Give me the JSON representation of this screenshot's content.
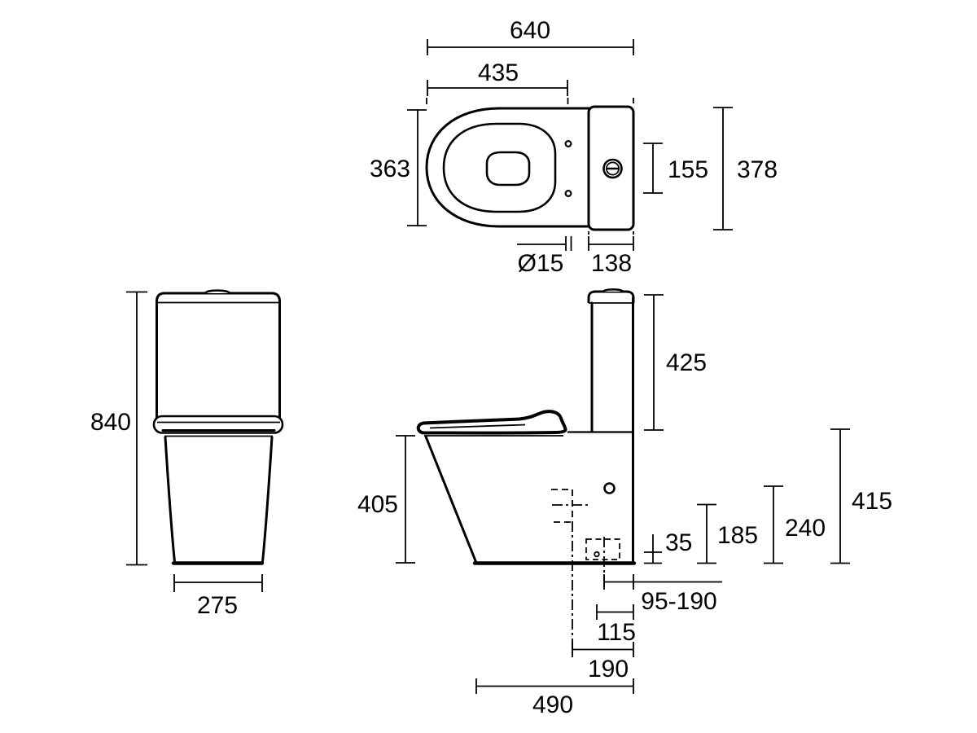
{
  "colors": {
    "ink": "#000000",
    "background": "#ffffff"
  },
  "dims": {
    "plan": {
      "overall_depth": "640",
      "seat_depth": "435",
      "pan_width": "363",
      "hinge_centres": "155",
      "overall_width": "378",
      "hinge_hole_diameter": "Ø15",
      "cistern_depth": "138"
    },
    "front": {
      "overall_height": "840",
      "base_width": "275"
    },
    "side": {
      "cistern_height": "425",
      "pan_height": "405",
      "outlet_height_35": "35",
      "outlet_height_185": "185",
      "outlet_height_240": "240",
      "outlet_height_415": "415",
      "trap_setout_range": "95-190",
      "setout_115": "115",
      "trap_setout_190": "190",
      "base_depth": "490"
    }
  }
}
